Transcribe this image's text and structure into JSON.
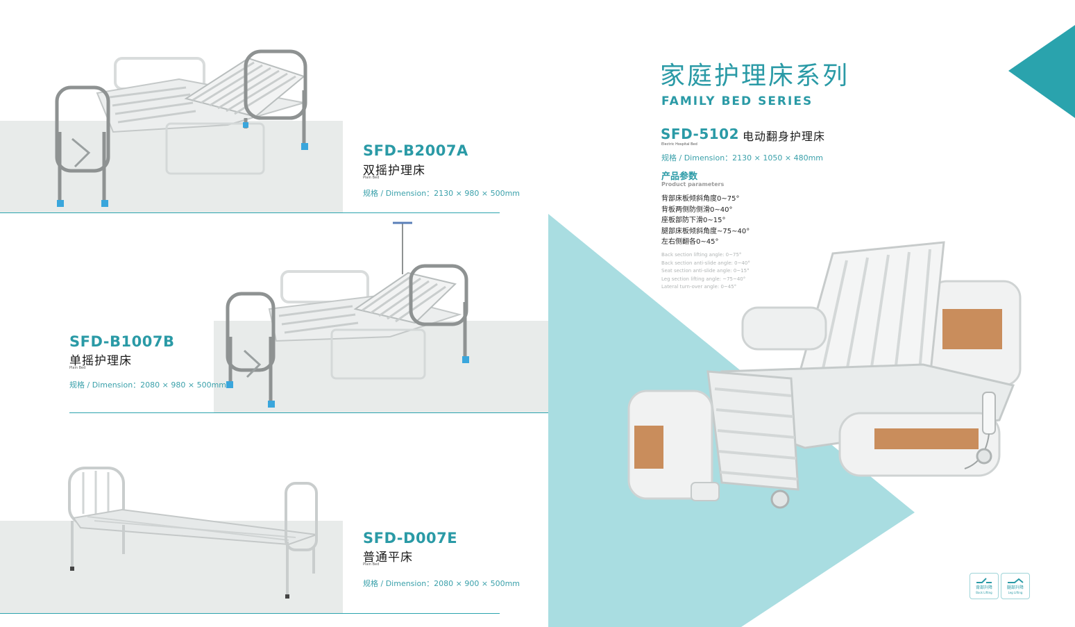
{
  "header": {
    "title_cn": "家庭护理床系列",
    "title_en": "FAMILY BED SERIES"
  },
  "products": [
    {
      "model": "SFD-B2007A",
      "name_cn": "双摇护理床",
      "name_en": "Plain Bed",
      "dimension": "规格 / Dimension：2130 × 980 × 500mm"
    },
    {
      "model": "SFD-B1007B",
      "name_cn": "单摇护理床",
      "name_en": "Plain Bed",
      "dimension": "规格 / Dimension：2080 × 980 × 500mm"
    },
    {
      "model": "SFD-D007E",
      "name_cn": "普通平床",
      "name_en": "Plain Bed",
      "dimension": "规格 / Dimension：2080 × 900 × 500mm"
    }
  ],
  "featured": {
    "model": "SFD-5102",
    "name_cn": "电动翻身护理床",
    "name_en": "Electric Hospital Bed",
    "dimension": "规格 / Dimension：2130 × 1050 × 480mm",
    "params_title_cn": "产品参数",
    "params_title_en": "Product parameters",
    "params_cn": [
      "背部床板倾斜角度0~75°",
      "背板两侧防侧滑0~40°",
      "座板部防下滑0~15°",
      "腿部床板倾斜角度~75~40°",
      "左右侧翻各0~45°"
    ],
    "params_en": [
      "Back section lifting angle: 0~75°",
      "Back section anti-slide angle: 0~40°",
      "Seat section anti-slide angle: 0~15°",
      "Leg section lifting angle: ~75~40°",
      "Lateral turn-over angle: 0~45°"
    ]
  },
  "badges": [
    {
      "cn": "背部升降",
      "en": "Back Lifting"
    },
    {
      "cn": "腿部升降",
      "en": "Leg Lifting"
    }
  ],
  "colors": {
    "accent": "#2a9aa6",
    "triangle": "#a9dde1",
    "corner": "#2aa3ad",
    "band": "#e8ebea"
  }
}
